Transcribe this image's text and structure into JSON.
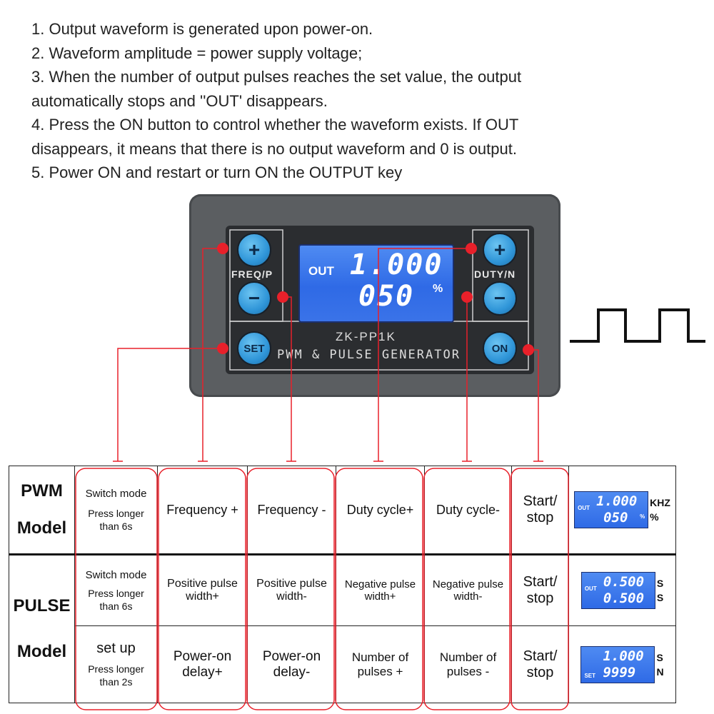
{
  "notes": [
    "1. Output waveform is generated upon power-on.",
    "2. Waveform amplitude = power supply voltage;",
    "3. When the number of output pulses reaches the set value, the output",
    "automatically stops and ''OUT' disappears.",
    "4. Press the ON button to control whether the waveform exists. If OUT",
    "disappears, it means that there is no output waveform and 0 is output.",
    "5. Power ON and restart or turn ON the OUTPUT key"
  ],
  "device": {
    "lcd_out": "OUT",
    "lcd_line1": "1.000",
    "lcd_line2": "050",
    "lcd_unit": "%",
    "left_label": "FREQ/P",
    "right_label": "DUTY/N",
    "model": "ZK-PP1K",
    "description": "PWM & PULSE GENERATOR",
    "buttons": {
      "plus_left": "+",
      "minus_left": "−",
      "set": "SET",
      "plus_right": "+",
      "minus_right": "−",
      "on": "ON"
    }
  },
  "colors": {
    "lcd_blue": "#3a73e8",
    "marker_red": "#e8202a",
    "button_blue": "#2f95d8"
  },
  "table": {
    "pwm": {
      "label_top": "PWM",
      "label_bottom": "Model",
      "c1_main": "Switch mode",
      "c1_note1": "Press longer",
      "c1_note2": "than 6s",
      "c2": "Frequency +",
      "c3": "Frequency -",
      "c4": "Duty cycle+",
      "c5": "Duty cycle-",
      "c6a": "Start/",
      "c6b": "stop",
      "lcd_tag": "OUT",
      "lcd_l1": "1.000",
      "lcd_l2": "050",
      "lcd_pct": "%",
      "unit1": "KHZ",
      "unit2": "%"
    },
    "pulse": {
      "label_top": "PULSE",
      "label_bottom": "Model",
      "r1_c1_main": "Switch mode",
      "r1_c1_note1": "Press longer",
      "r1_c1_note2": "than 6s",
      "r1_c2a": "Positive pulse",
      "r1_c2b": "width+",
      "r1_c3a": "Positive pulse",
      "r1_c3b": "width-",
      "r1_c4a": "Negative pulse",
      "r1_c4b": "width+",
      "r1_c5a": "Negative pulse",
      "r1_c5b": "width-",
      "r1_c6a": "Start/",
      "r1_c6b": "stop",
      "r1_lcd_tag": "OUT",
      "r1_lcd_l1": "0.500",
      "r1_lcd_l2": "0.500",
      "r1_unit1": "S",
      "r1_unit2": "S",
      "r2_c1_main": "set up",
      "r2_c1_note1": "Press longer",
      "r2_c1_note2": "than 2s",
      "r2_c2a": "Power-on",
      "r2_c2b": "delay+",
      "r2_c3a": "Power-on",
      "r2_c3b": "delay-",
      "r2_c4a": "Number of",
      "r2_c4b": "pulses +",
      "r2_c5a": "Number of",
      "r2_c5b": "pulses -",
      "r2_c6a": "Start/",
      "r2_c6b": "stop",
      "r2_lcd_tag": "SET",
      "r2_lcd_l1": "1.000",
      "r2_lcd_l2": "9999",
      "r2_unit1": "S",
      "r2_unit2": "N"
    }
  }
}
